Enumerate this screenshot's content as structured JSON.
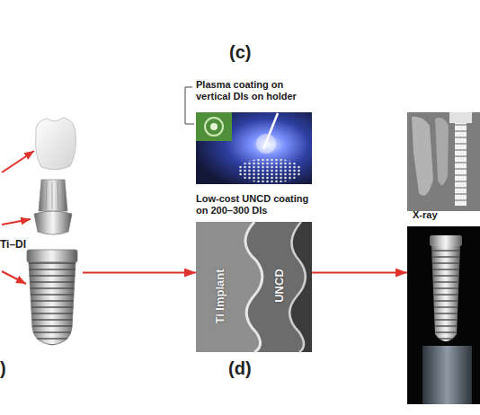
{
  "diagram": {
    "nodes": [
      {
        "text": [
          "Ti–DI"
        ]
      },
      {
        "text": [
          "Plasma coating on vertical DIs on holder"
        ]
      },
      {
        "text": [
          "Low-cost UNCD coating on 200–300 DIs",
          "Ti Implant",
          "UNCD"
        ]
      },
      {
        "text": [
          "X-ray"
        ]
      }
    ],
    "edges": [
      {
        "from": 0,
        "to": 2,
        "arrow": "to"
      },
      {
        "from": 2,
        "to": 3,
        "arrow": "to"
      }
    ],
    "labels": [
      "(c)",
      "(d)",
      ")"
    ]
  }
}
